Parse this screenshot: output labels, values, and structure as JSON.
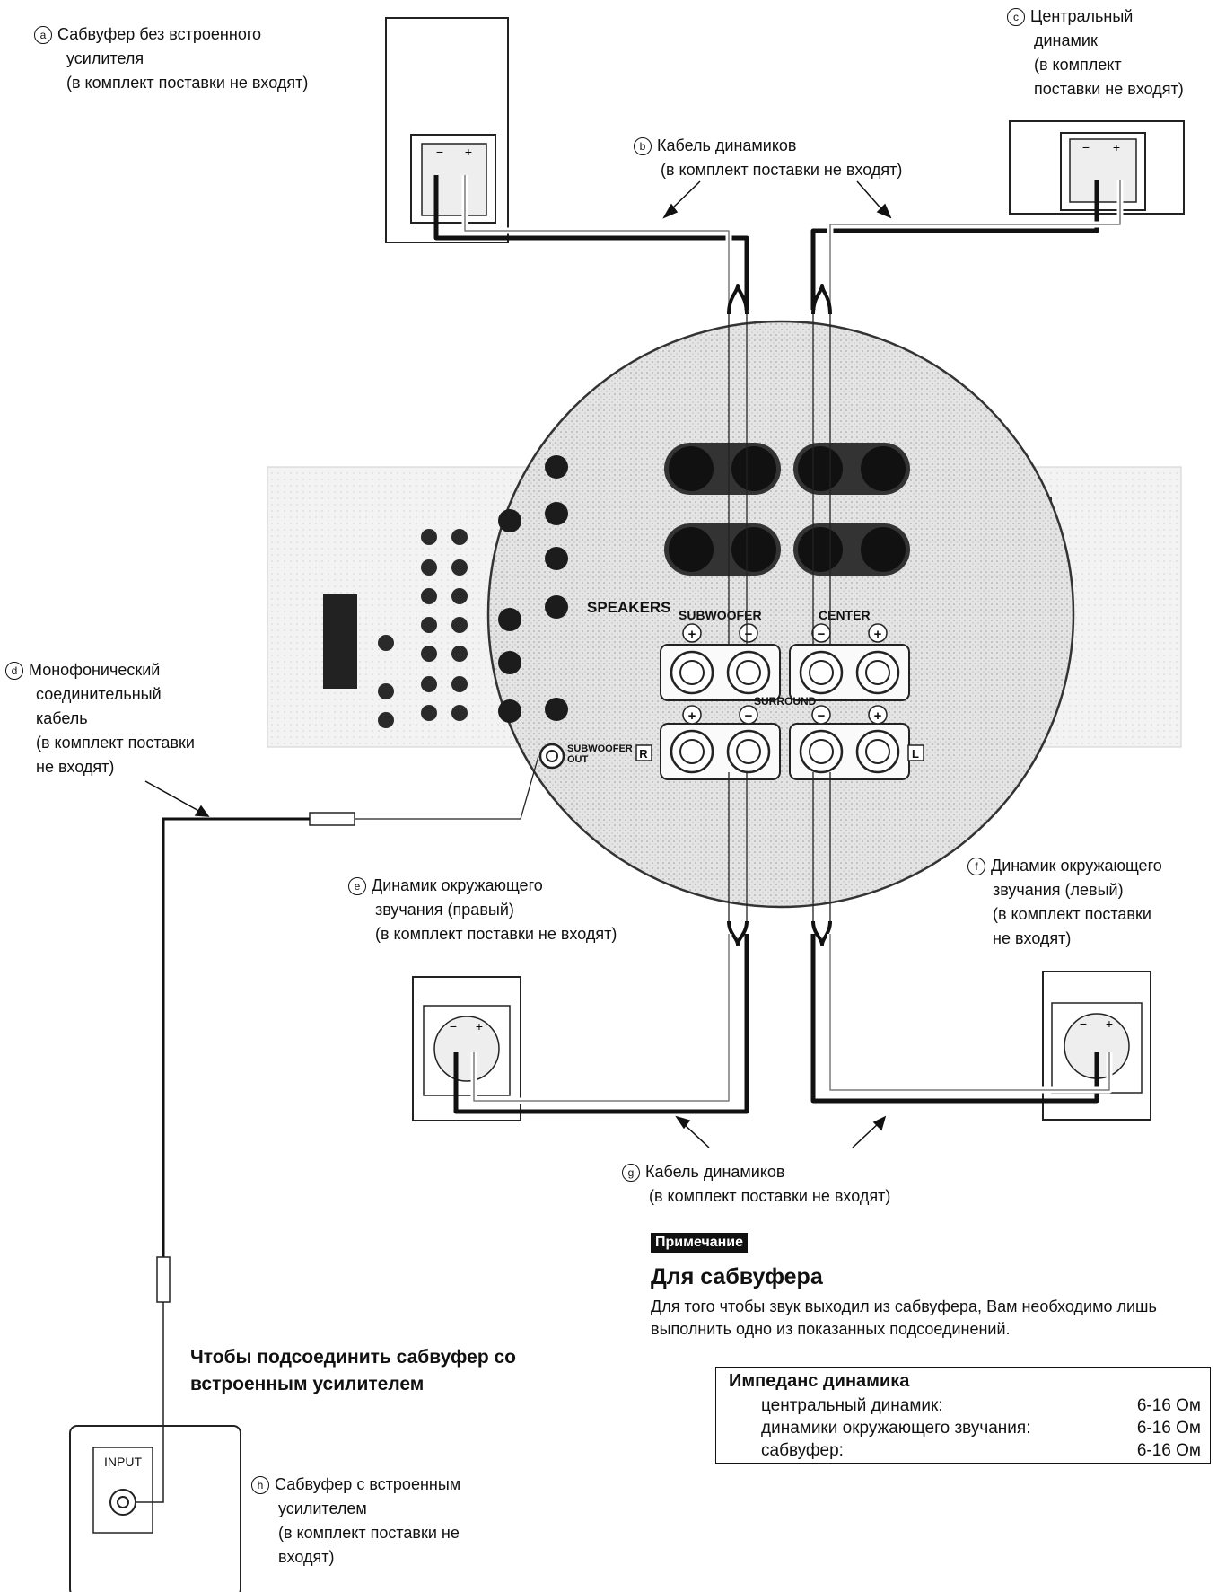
{
  "labels": {
    "a": {
      "marker": "a",
      "lines": [
        "Сабвуфер без встроенного",
        "усилителя",
        "(в комплект поставки не входят)"
      ]
    },
    "b": {
      "marker": "b",
      "lines": [
        "Кабель динамиков",
        "(в комплект поставки не входят)"
      ]
    },
    "c": {
      "marker": "c",
      "lines": [
        "Центральный",
        "динамик",
        "(в комплект",
        "поставки не входят)"
      ]
    },
    "d": {
      "marker": "d",
      "lines": [
        "Монофонический",
        "соединительный",
        "кабель",
        "(в комплект поставки",
        "не входят)"
      ]
    },
    "e": {
      "marker": "e",
      "lines": [
        "Динамик окружающего",
        "звучания (правый)",
        "(в комплект поставки не входят)"
      ]
    },
    "f": {
      "marker": "f",
      "lines": [
        "Динамик окружающего",
        "звучания (левый)",
        "(в комплект поставки",
        "не входят)"
      ]
    },
    "g": {
      "marker": "g",
      "lines": [
        "Кабель динамиков",
        "(в комплект поставки не входят)"
      ]
    },
    "h": {
      "marker": "h",
      "lines": [
        "Сабвуфер с встроенным",
        "усилителем",
        "(в комплект поставки не",
        "входят)"
      ]
    }
  },
  "panel": {
    "speakers": "SPEAKERS",
    "subwoofer": "SUBWOOFER",
    "center": "CENTER",
    "surround": "SURROUND",
    "subwoofer_out_1": "SUBWOOFER",
    "subwoofer_out_2": "OUT",
    "r": "R",
    "l": "L",
    "plus": "+",
    "minus": "−"
  },
  "input_label": "INPUT",
  "note": {
    "badge": "Примечание",
    "title": "Для сабвуфера",
    "text": "Для того чтобы звук выходил из сабвуфера, Вам необходимо лишь выполнить одно из показанных подсоединений."
  },
  "section_heading": [
    "Чтобы подсоединить сабвуфер со",
    "встроенным усилителем"
  ],
  "impedance": {
    "title": "Импеданс динамика",
    "rows": [
      {
        "name": "центральный динамик:",
        "value": "6-16 Ом"
      },
      {
        "name": "динамики окружающего звучания:",
        "value": "6-16 Ом"
      },
      {
        "name": "сабвуфер:",
        "value": "6-16 Ом"
      }
    ]
  }
}
